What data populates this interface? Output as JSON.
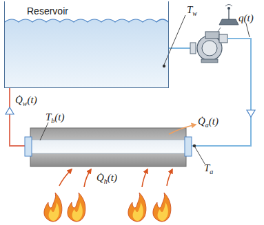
{
  "diagram": {
    "nodes": [
      {
        "text": [
          "Reservoir"
        ]
      }
    ],
    "labels": [
      "Tw",
      "q(t)",
      "Q̇w(t)",
      "Tb(t)",
      "Q̇a(t)",
      "Q̇h(t)",
      "Ta"
    ]
  }
}
